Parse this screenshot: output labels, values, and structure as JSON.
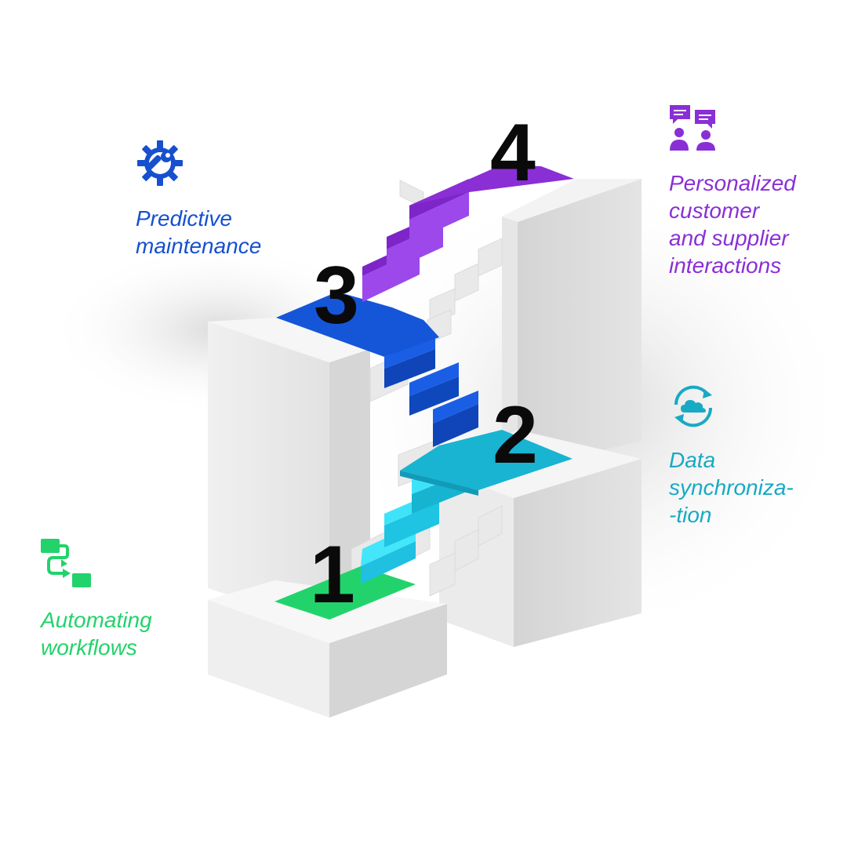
{
  "steps": [
    {
      "number": "1",
      "label": "Automating\nworkflows",
      "icon": "workflow-icon",
      "color": "#22d36b"
    },
    {
      "number": "2",
      "label": "Data\nsynchroniza-\n-tion",
      "icon": "cloud-sync-icon",
      "color": "#18a9c4"
    },
    {
      "number": "3",
      "label": "Predictive\nmaintenance",
      "icon": "gear-wrench-icon",
      "color": "#1650cf"
    },
    {
      "number": "4",
      "label": "Personalized\ncustomer\nand supplier\ninteractions",
      "icon": "chat-people-icon",
      "color": "#8a2fd6"
    }
  ],
  "colors": {
    "green": "#22d36b",
    "cyan": "#18b8d6",
    "cyan_light": "#3fe3f8",
    "blue": "#1556d8",
    "blue_dark": "#0f45b8",
    "purple": "#8a2fd6",
    "purple_light": "#9c48ea",
    "block_top": "#f4f4f4",
    "block_left": "#ececec",
    "block_right": "#d8d8d8"
  }
}
